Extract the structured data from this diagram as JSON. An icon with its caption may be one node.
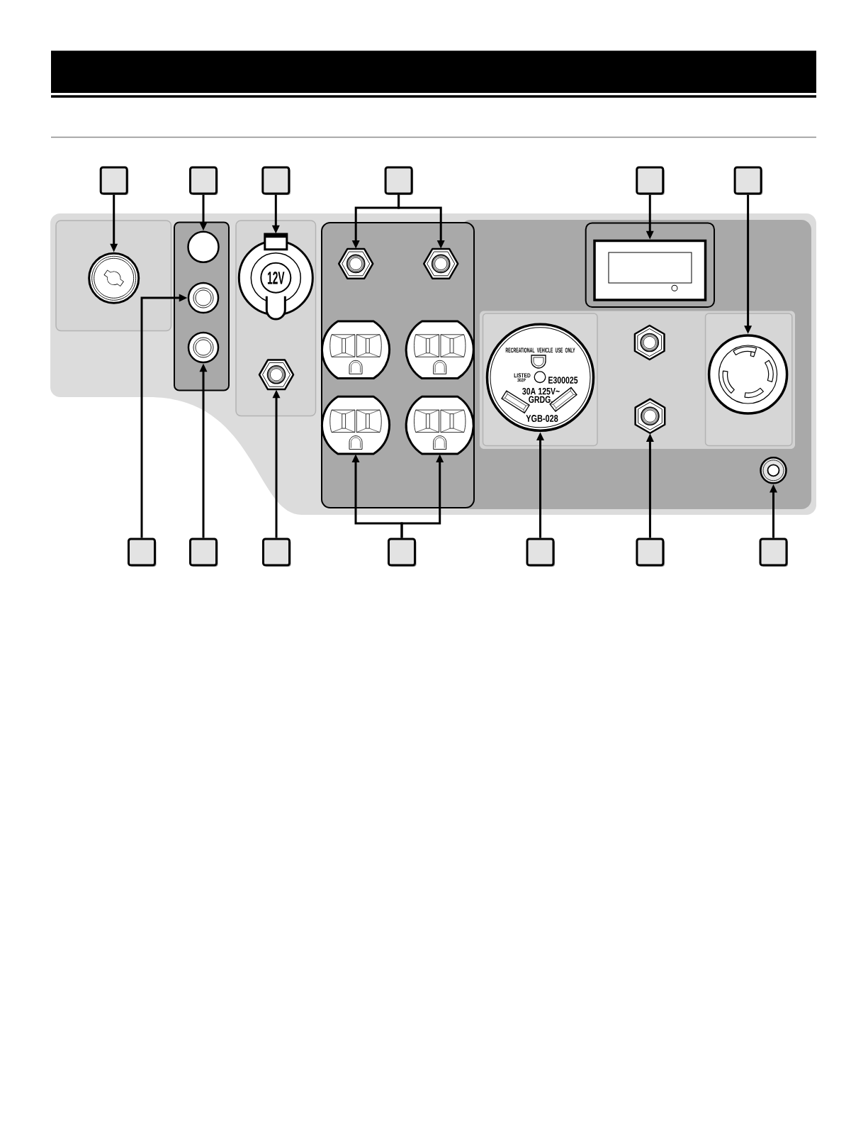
{
  "diagram": {
    "nodes": [
      {
        "text": [],
        "shape": "bar"
      },
      {
        "text": [],
        "shape": "box"
      },
      {
        "text": [],
        "shape": "box"
      },
      {
        "text": [],
        "shape": "box"
      },
      {
        "text": [],
        "shape": "box"
      },
      {
        "text": [],
        "shape": "box"
      },
      {
        "text": [],
        "shape": "box"
      },
      {
        "text": [],
        "shape": "picture"
      },
      {
        "text": [],
        "shape": "circle"
      },
      {
        "text": [
          "12V"
        ]
      },
      {
        "text": [],
        "shape": "picture"
      },
      {
        "text": [],
        "shape": "picture"
      },
      {
        "text": [],
        "shape": "picture"
      },
      {
        "text": [],
        "shape": "circle"
      },
      {
        "text": [],
        "shape": "circle"
      },
      {
        "text": [],
        "shape": "picture"
      },
      {
        "text": [],
        "shape": "picture"
      },
      {
        "text": [],
        "shape": "picture"
      },
      {
        "text": [
          "RECREATIONAL VEHICLE USE ONLY",
          "LISTED",
          "302P",
          "E300025",
          "30A 125V~",
          "GRDG.",
          "YGB-028"
        ]
      },
      {
        "text": [],
        "shape": "picture"
      },
      {
        "text": [],
        "shape": "picture"
      },
      {
        "text": [],
        "shape": "picture"
      },
      {
        "text": [],
        "shape": "picture"
      },
      {
        "text": [],
        "shape": "picture"
      },
      {
        "text": [],
        "shape": "circle"
      },
      {
        "text": [],
        "shape": "box"
      },
      {
        "text": [],
        "shape": "box"
      },
      {
        "text": [],
        "shape": "box"
      },
      {
        "text": [],
        "shape": "box"
      },
      {
        "text": [],
        "shape": "box"
      },
      {
        "text": [],
        "shape": "box"
      },
      {
        "text": [],
        "shape": "box"
      }
    ],
    "edges": [
      {
        "from": 1,
        "to": 7,
        "arrow": "to"
      },
      {
        "from": 2,
        "to": 8,
        "arrow": "to"
      },
      {
        "from": 3,
        "to": 9,
        "arrow": "to"
      },
      {
        "from": 4,
        "to": 10,
        "arrow": "to"
      },
      {
        "from": 4,
        "to": 11,
        "arrow": "to"
      },
      {
        "from": 5,
        "to": 12,
        "arrow": "to"
      },
      {
        "from": 6,
        "to": 19,
        "arrow": "to"
      },
      {
        "from": 25,
        "to": 13,
        "arrow": "to"
      },
      {
        "from": 26,
        "to": 14,
        "arrow": "to"
      },
      {
        "from": 27,
        "to": 20,
        "arrow": "to"
      },
      {
        "from": 28,
        "to": 21,
        "arrow": "to"
      },
      {
        "from": 28,
        "to": 22,
        "arrow": "to"
      },
      {
        "from": 29,
        "to": 18,
        "arrow": "to"
      },
      {
        "from": 30,
        "to": 23,
        "arrow": "to"
      },
      {
        "from": 31,
        "to": 24,
        "arrow": "to"
      }
    ]
  }
}
